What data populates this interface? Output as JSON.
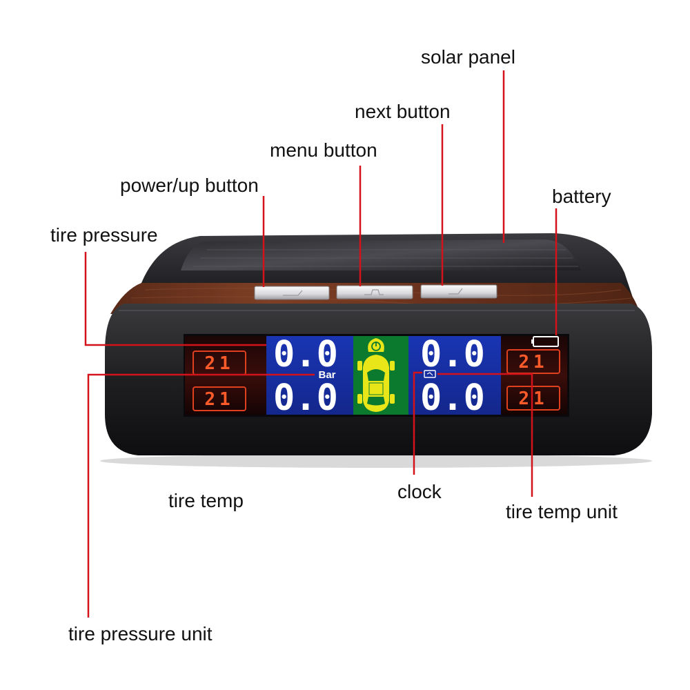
{
  "labels": {
    "solar_panel": "solar panel",
    "next_button": "next button",
    "menu_button": "menu button",
    "power_up_button": "power/up button",
    "battery": "battery",
    "tire_pressure": "tire pressure",
    "tire_temp": "tire temp",
    "clock": "clock",
    "tire_temp_unit": "tire temp unit",
    "tire_pressure_unit": "tire pressure unit"
  },
  "display": {
    "pressure_front_left": "0.0",
    "pressure_front_right": "0.0",
    "pressure_rear_left": "0.0",
    "pressure_rear_right": "0.0",
    "pressure_unit": "Bar",
    "temp_front_left": "21",
    "temp_front_right": "21",
    "temp_rear_left": "21",
    "temp_rear_right": "21"
  },
  "colors": {
    "callout": "#d4121a",
    "lcd_blue": "#1730a8",
    "lcd_digit": "#ffffff",
    "temp_digit": "#ff5a2a",
    "car_yellow": "#e8e619",
    "wood": "#6e3520",
    "body": "#1c1c1e"
  }
}
